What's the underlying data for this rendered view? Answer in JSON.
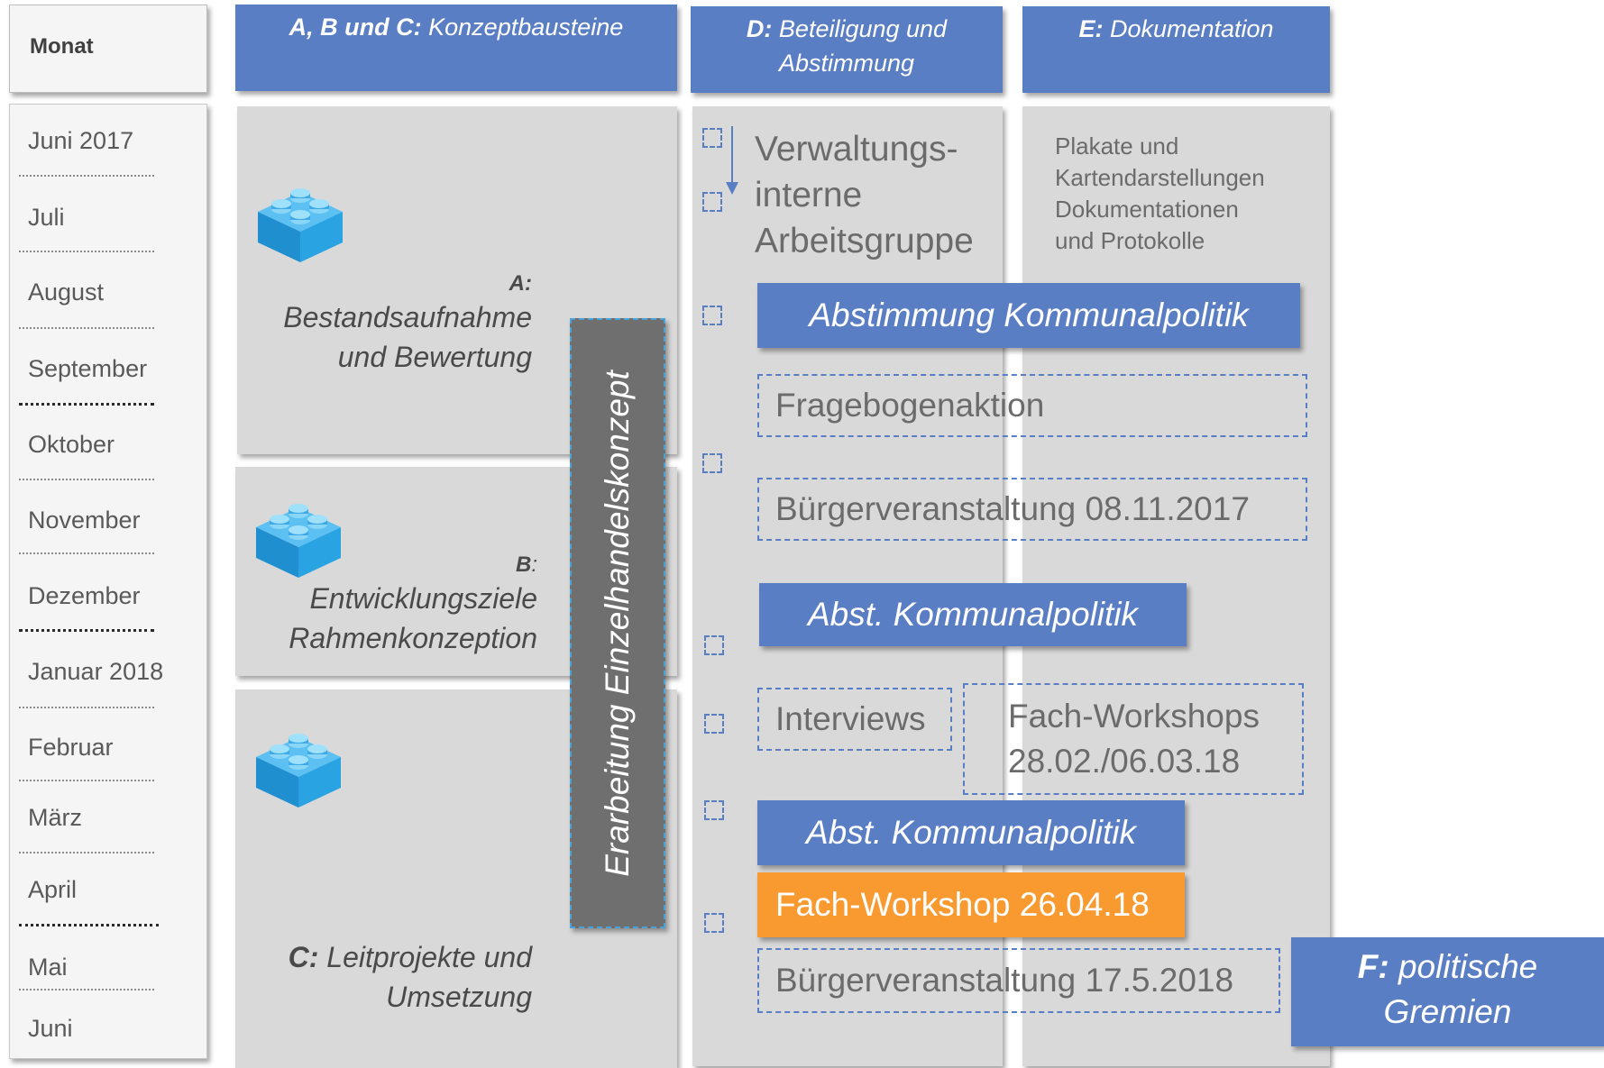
{
  "month_header": "Monat",
  "months": [
    "Juni 2017",
    "Juli",
    "August",
    "September",
    "Oktober",
    "November",
    "Dezember",
    "Januar 2018",
    "Februar",
    "März",
    "April",
    "Mai",
    "Juni"
  ],
  "headers": {
    "abc_bold": "A, B und C:",
    "abc_rest": " Konzeptbausteine",
    "d_bold": "D:",
    "d_rest": " Beteiligung und Abstimmung",
    "e_bold": "E:",
    "e_rest": " Dokumentation"
  },
  "blocks": {
    "a_letter": "A:",
    "a_text_1": "Bestandsaufnahme",
    "a_text_2": "und Bewertung",
    "b_letter": "B",
    "b_colon": ":",
    "b_text_1": "Entwicklungsziele",
    "b_text_2": "Rahmenkonzeption",
    "c_bold": "C:",
    "c_text_1": " Leitprojekte und",
    "c_text_2": "Umsetzung"
  },
  "vertical_label": "Erarbeitung Einzelhandelskonzept",
  "participation": {
    "working_group": [
      "Verwaltungs-",
      "interne",
      "Arbeitsgruppe"
    ],
    "abstimmung_1": "Abstimmung Kommunalpolitik",
    "fragebogen": "Fragebogenaktion",
    "buerger_1": "Bürgerveranstaltung 08.11.2017",
    "abstimmung_2": "Abst. Kommunalpolitik",
    "interviews": "Interviews",
    "fach_workshops_1": "Fach-Workshops",
    "fach_workshops_2": "28.02./06.03.18",
    "abstimmung_3": "Abst. Kommunalpolitik",
    "fach_workshop_single": "Fach-Workshop 26.04.18",
    "buerger_2": "Bürgerveranstaltung 17.5.2018"
  },
  "documentation": [
    "Plakate und",
    "Kartendarstellungen",
    "Dokumentationen",
    "und Protokolle"
  ],
  "f_box": {
    "bold": "F:",
    "rest_1": " politische",
    "rest_2": "Gremien"
  },
  "colors": {
    "accent_blue": "#5a7ec4",
    "panel_gray": "#d9d9d9",
    "orange": "#f99a30",
    "dark_gray": "#6f6f6f"
  }
}
